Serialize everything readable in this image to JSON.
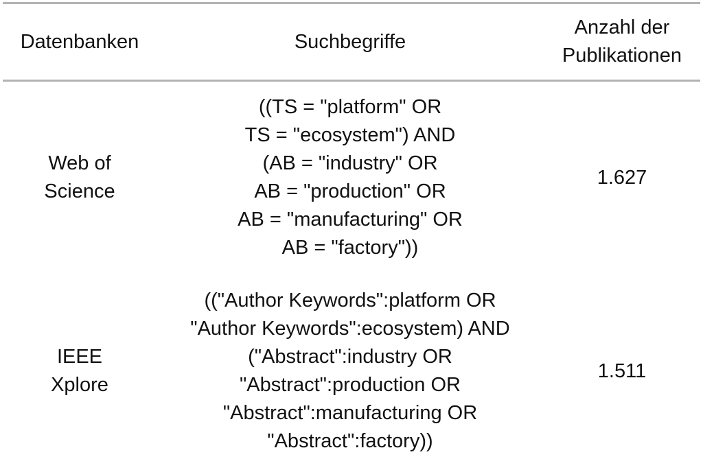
{
  "table": {
    "headers": {
      "databases": "Datenbanken",
      "search_terms": "Suchbegriffe",
      "count_line1": "Anzahl der",
      "count_line2": "Publikationen"
    },
    "rows": [
      {
        "database_lines": [
          "Web of",
          "Science"
        ],
        "query_lines": [
          "((TS = \"platform\" OR",
          "TS = \"ecosystem\") AND",
          "(AB = \"industry\" OR",
          "AB = \"production\" OR",
          "AB = \"manufacturing\" OR",
          "AB = \"factory\"))"
        ],
        "count": "1.627"
      },
      {
        "database_lines": [
          "IEEE",
          "Xplore"
        ],
        "query_lines": [
          "((\"Author Keywords\":platform OR",
          "\"Author Keywords\":ecosystem) AND",
          "(\"Abstract\":industry OR",
          "\"Abstract\":production OR",
          "\"Abstract\":manufacturing OR",
          "\"Abstract\":factory))"
        ],
        "count": "1.511"
      }
    ]
  }
}
